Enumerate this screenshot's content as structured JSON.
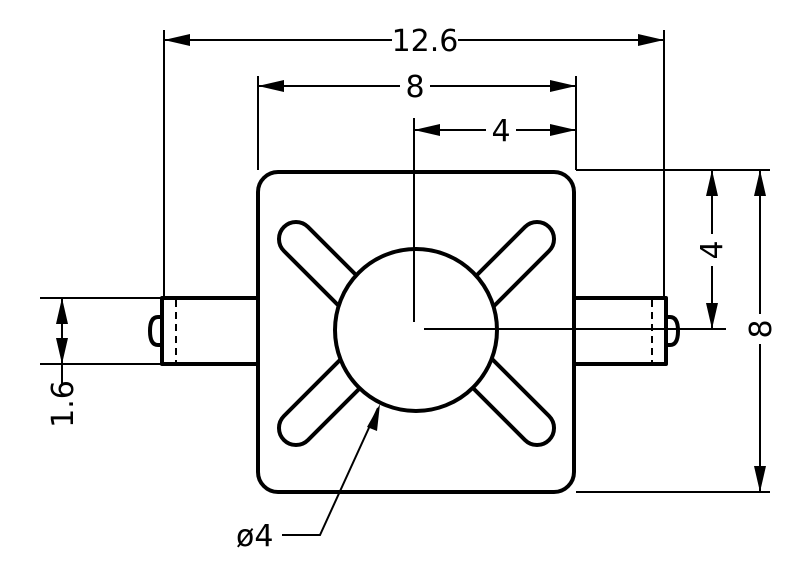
{
  "dimensions": {
    "overall_width": "12.6",
    "body_width": "8",
    "half_width": "4",
    "half_height": "4",
    "body_height": "8",
    "pin_height": "1.6",
    "dome_diameter": "ø4"
  },
  "colors": {
    "line": "#000000",
    "background": "#ffffff"
  }
}
